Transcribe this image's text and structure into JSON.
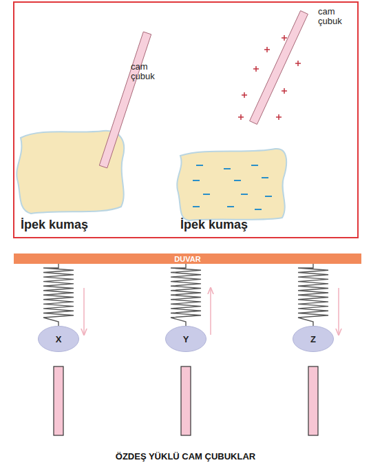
{
  "diagram": {
    "caption": "ÖZDEŞ YÜKLÜ CAM ÇUBUKLAR",
    "nodes": [
      {
        "text": [
          "DUVAR"
        ]
      },
      {
        "text": [
          "X"
        ]
      },
      {
        "text": [
          "Y"
        ]
      },
      {
        "text": [
          "Z"
        ]
      }
    ],
    "edges": [
      {
        "from": 0,
        "to": 1,
        "arrow": "none"
      },
      {
        "from": 0,
        "to": 2,
        "arrow": "none"
      },
      {
        "from": 0,
        "to": 3,
        "arrow": "none"
      }
    ],
    "labels": [
      "cam çubuk",
      "cam çubuk",
      "İpek kumaş",
      "İpek kumaş"
    ]
  }
}
